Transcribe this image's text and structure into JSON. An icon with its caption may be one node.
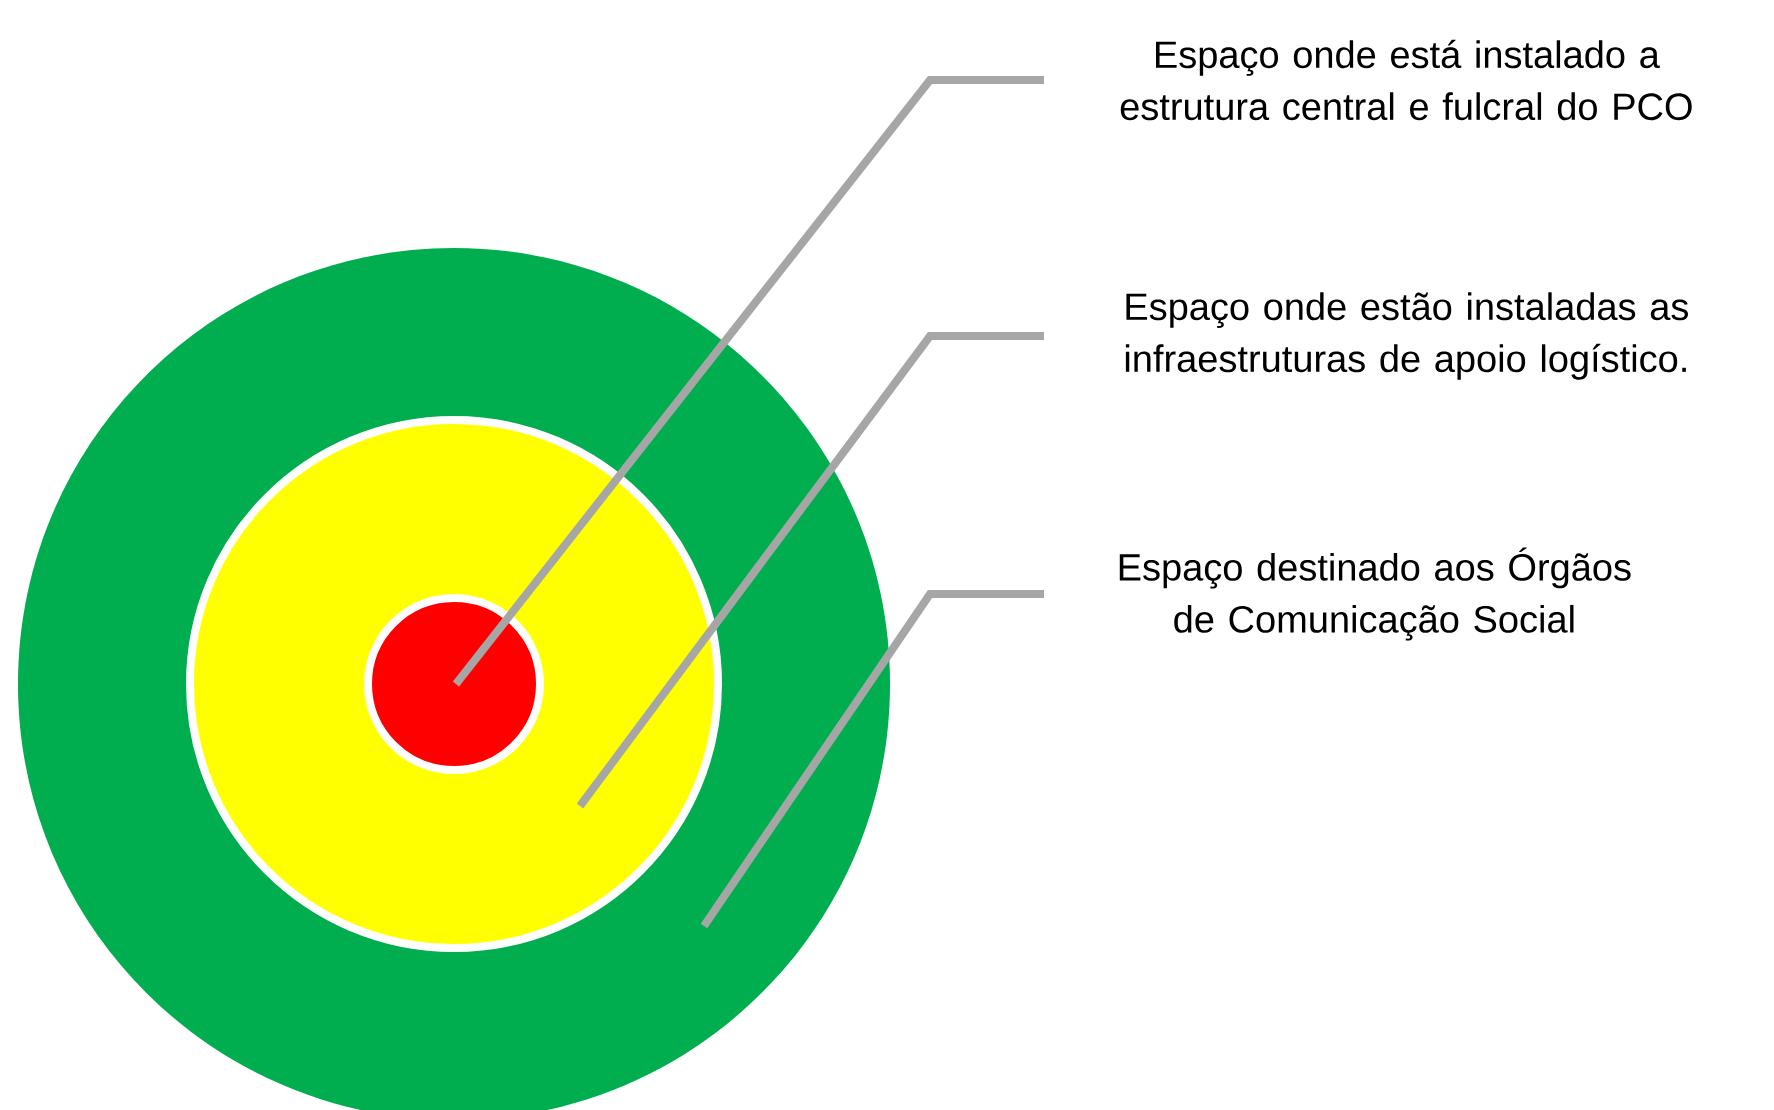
{
  "diagram": {
    "nodes": [
      {
        "text": [],
        "shape": "circle"
      },
      {
        "text": [],
        "shape": "circle",
        "in": 0
      },
      {
        "text": [],
        "shape": "circle",
        "in": 1
      },
      {
        "text": [
          "Espaço onde está instalado a estrutura central e fulcral do PCO"
        ]
      },
      {
        "text": [
          "Espaço onde estão instaladas as infraestruturas de apoio logístico."
        ]
      },
      {
        "text": [
          "Espaço destinado aos Órgãos de Comunicação Social"
        ]
      }
    ],
    "edges": [
      {
        "from": 3,
        "to": 2,
        "arrow": "none"
      },
      {
        "from": 4,
        "to": 1,
        "arrow": "none"
      },
      {
        "from": 5,
        "to": 0,
        "arrow": "none"
      }
    ]
  }
}
